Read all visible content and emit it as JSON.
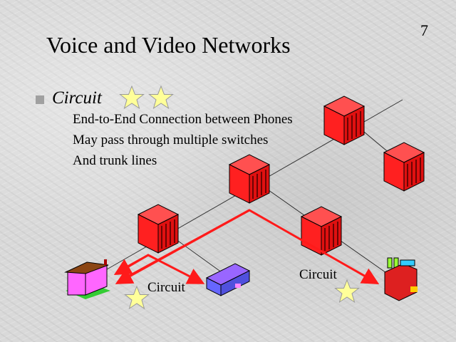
{
  "slide": {
    "page_number": "7",
    "title": "Voice and Video Networks",
    "bullet": "Circuit",
    "sub_bullets": [
      "End-to-End Connection between Phones",
      "May pass through multiple switches",
      "And trunk lines"
    ]
  },
  "diagram": {
    "labels": [
      "Circuit",
      "Circuit"
    ],
    "colors": {
      "switch": "#ff2020",
      "circuit_path": "#ff1a1a",
      "star": "#ffff99"
    }
  }
}
